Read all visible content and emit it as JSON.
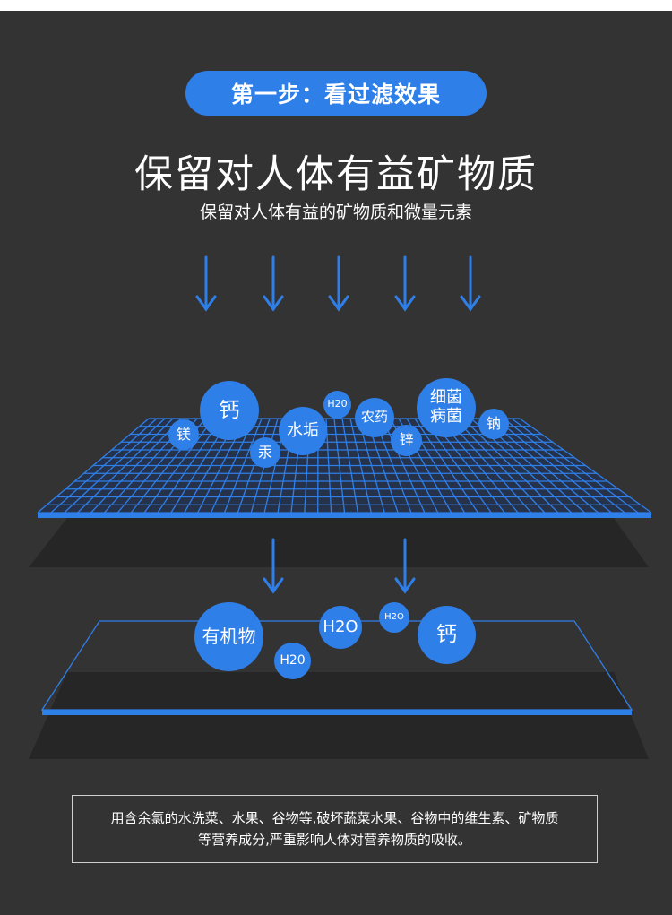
{
  "step_label": "第一步：看过滤效果",
  "headline": "保留对人体有益矿物质",
  "subline": "保留对人体有益的矿物质和微量元素",
  "colors": {
    "background": "#333333",
    "accent": "#2f7fe9",
    "grid": "#2f7fe9",
    "layer_shadow": "#262626"
  },
  "upper_bubbles": {
    "mei": "镁",
    "gai": "钙",
    "gong": "汞",
    "shuigou": "水垢",
    "h2o": "H20",
    "nongyao": "农药",
    "xin": "锌",
    "xijun": "细菌",
    "bingjun": "病菌",
    "na": "钠"
  },
  "lower_bubbles": {
    "youjiwu": "有机物",
    "h2o_a": "H2O",
    "h2o_b": "H2O",
    "h2o_c": "H20",
    "gai": "钙"
  },
  "note": "用含余氯的水洗菜、水果、谷物等,破坏蔬菜水果、谷物中的维生素、矿物质等营养成分,严重影响人体对营养物质的吸收。"
}
